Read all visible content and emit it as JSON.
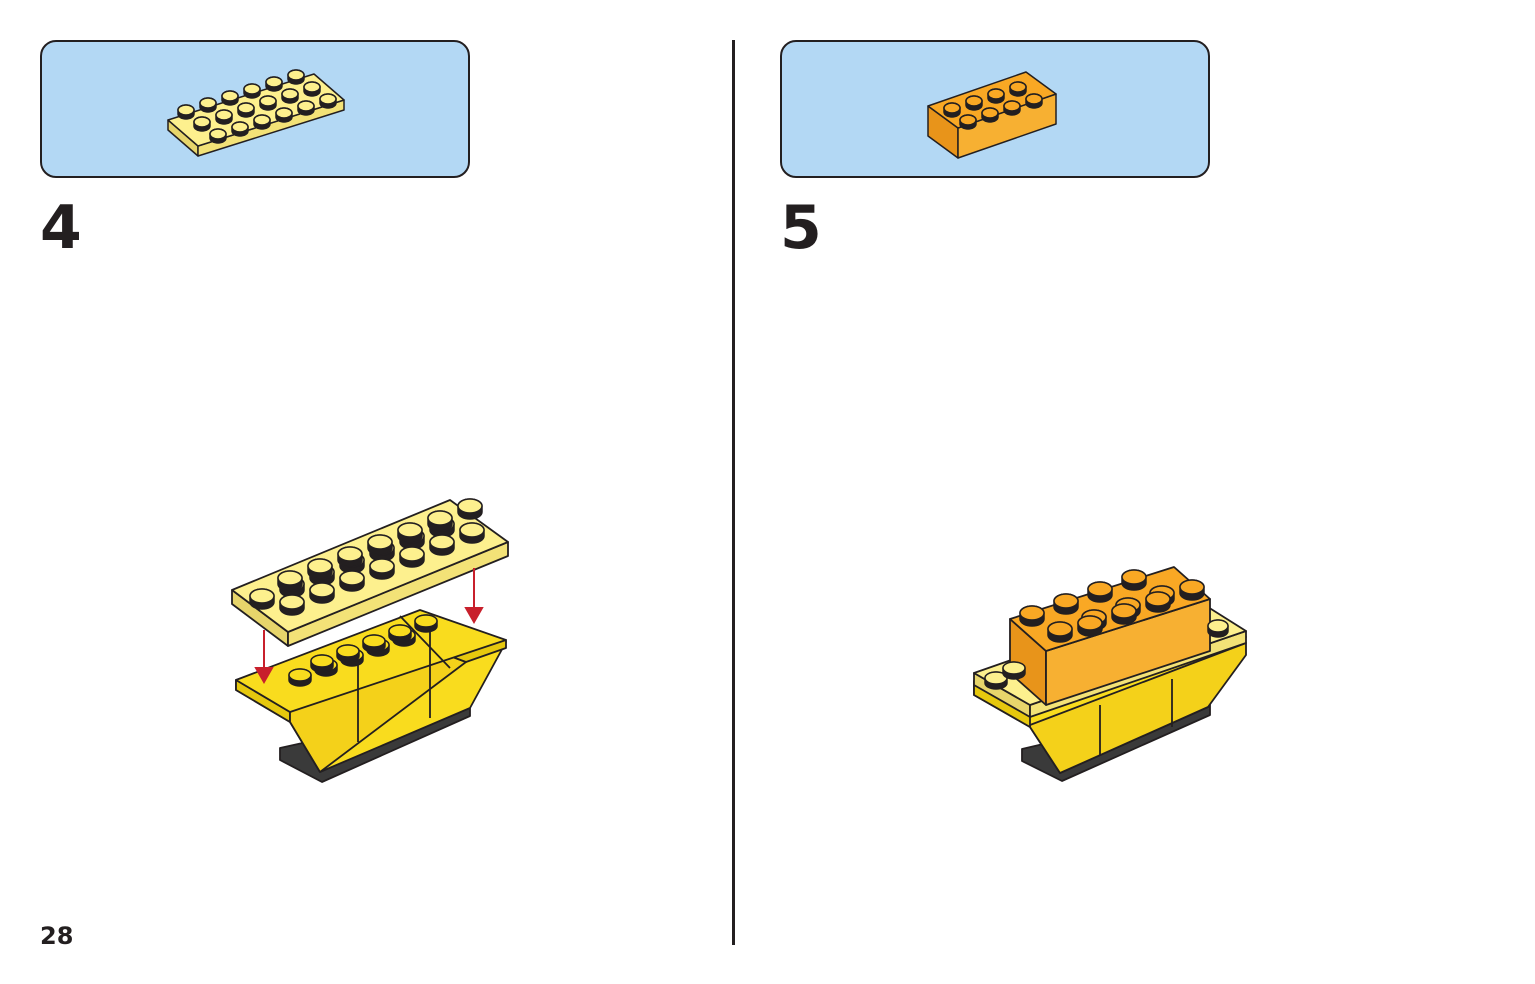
{
  "page": {
    "number": "28"
  },
  "colors": {
    "parts_box_bg": "#b3d8f4",
    "light_yellow": "#fdf08e",
    "bright_yellow": "#f9dc1e",
    "orange": "#f9a824",
    "arrow_red": "#c8202c",
    "outline": "#231f20"
  },
  "steps": [
    {
      "number": "4",
      "part": {
        "icon": "plate-2x6-light-yellow-icon",
        "color": "#fdf08e"
      },
      "model": {
        "icon": "plate-attach-illustration",
        "arrows": 2
      }
    },
    {
      "number": "5",
      "part": {
        "icon": "brick-2x4-orange-icon",
        "color": "#f9a824"
      },
      "model": {
        "icon": "brick-attach-illustration",
        "arrows": 0
      }
    }
  ]
}
